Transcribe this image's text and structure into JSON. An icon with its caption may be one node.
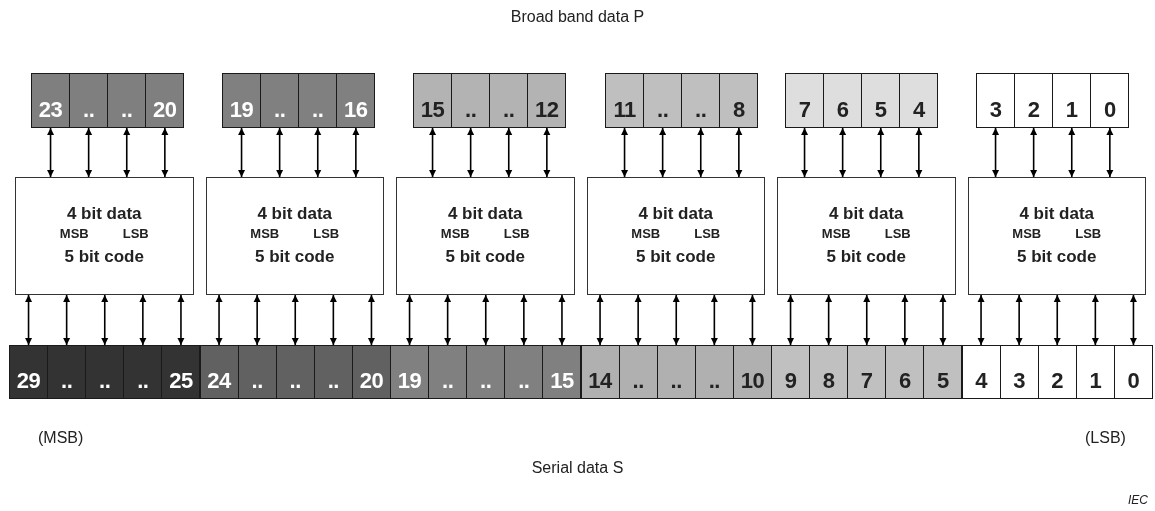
{
  "diagram": {
    "nodes": [
      {
        "text": [
          "23"
        ]
      },
      {
        "text": [
          ".."
        ]
      },
      {
        "text": [
          ".."
        ]
      },
      {
        "text": [
          "20"
        ]
      },
      {
        "text": [
          "19"
        ]
      },
      {
        "text": [
          ".."
        ]
      },
      {
        "text": [
          ".."
        ]
      },
      {
        "text": [
          "16"
        ]
      },
      {
        "text": [
          "15"
        ]
      },
      {
        "text": [
          ".."
        ]
      },
      {
        "text": [
          ".."
        ]
      },
      {
        "text": [
          "12"
        ]
      },
      {
        "text": [
          "11"
        ]
      },
      {
        "text": [
          ".."
        ]
      },
      {
        "text": [
          ".."
        ]
      },
      {
        "text": [
          "8"
        ]
      },
      {
        "text": [
          "7"
        ]
      },
      {
        "text": [
          "6"
        ]
      },
      {
        "text": [
          "5"
        ]
      },
      {
        "text": [
          "4"
        ]
      },
      {
        "text": [
          "3"
        ]
      },
      {
        "text": [
          "2"
        ]
      },
      {
        "text": [
          "1"
        ]
      },
      {
        "text": [
          "0"
        ]
      },
      {
        "text": [
          "4 bit data",
          "MSB",
          "LSB",
          "5 bit code"
        ]
      },
      {
        "text": [
          "4 bit data",
          "MSB",
          "LSB",
          "5 bit code"
        ]
      },
      {
        "text": [
          "4 bit data",
          "MSB",
          "LSB",
          "5 bit code"
        ]
      },
      {
        "text": [
          "4 bit data",
          "MSB",
          "LSB",
          "5 bit code"
        ]
      },
      {
        "text": [
          "4 bit data",
          "MSB",
          "LSB",
          "5 bit code"
        ]
      },
      {
        "text": [
          "4 bit data",
          "MSB",
          "LSB",
          "5 bit code"
        ]
      },
      {
        "text": [
          "29"
        ]
      },
      {
        "text": [
          ".."
        ]
      },
      {
        "text": [
          ".."
        ]
      },
      {
        "text": [
          ".."
        ]
      },
      {
        "text": [
          "25"
        ]
      },
      {
        "text": [
          "24"
        ]
      },
      {
        "text": [
          ".."
        ]
      },
      {
        "text": [
          ".."
        ]
      },
      {
        "text": [
          ".."
        ]
      },
      {
        "text": [
          "20"
        ]
      },
      {
        "text": [
          "19"
        ]
      },
      {
        "text": [
          ".."
        ]
      },
      {
        "text": [
          ".."
        ]
      },
      {
        "text": [
          ".."
        ]
      },
      {
        "text": [
          "15"
        ]
      },
      {
        "text": [
          "14"
        ]
      },
      {
        "text": [
          ".."
        ]
      },
      {
        "text": [
          ".."
        ]
      },
      {
        "text": [
          ".."
        ]
      },
      {
        "text": [
          "10"
        ]
      },
      {
        "text": [
          "9"
        ]
      },
      {
        "text": [
          "8"
        ]
      },
      {
        "text": [
          "7"
        ]
      },
      {
        "text": [
          "6"
        ]
      },
      {
        "text": [
          "5"
        ]
      },
      {
        "text": [
          "4"
        ]
      },
      {
        "text": [
          "3"
        ]
      },
      {
        "text": [
          "2"
        ]
      },
      {
        "text": [
          "1"
        ]
      },
      {
        "text": [
          "0"
        ]
      }
    ],
    "edges": [
      {
        "from": 0,
        "to": 24,
        "arrow": "both"
      },
      {
        "from": 1,
        "to": 24,
        "arrow": "both"
      },
      {
        "from": 2,
        "to": 24,
        "arrow": "both"
      },
      {
        "from": 3,
        "to": 24,
        "arrow": "both"
      },
      {
        "from": 4,
        "to": 25,
        "arrow": "both"
      },
      {
        "from": 5,
        "to": 25,
        "arrow": "both"
      },
      {
        "from": 6,
        "to": 25,
        "arrow": "both"
      },
      {
        "from": 7,
        "to": 25,
        "arrow": "both"
      },
      {
        "from": 8,
        "to": 26,
        "arrow": "both"
      },
      {
        "from": 9,
        "to": 26,
        "arrow": "both"
      },
      {
        "from": 10,
        "to": 26,
        "arrow": "both"
      },
      {
        "from": 11,
        "to": 26,
        "arrow": "both"
      },
      {
        "from": 12,
        "to": 27,
        "arrow": "both"
      },
      {
        "from": 13,
        "to": 27,
        "arrow": "both"
      },
      {
        "from": 14,
        "to": 27,
        "arrow": "both"
      },
      {
        "from": 15,
        "to": 27,
        "arrow": "both"
      },
      {
        "from": 16,
        "to": 28,
        "arrow": "both"
      },
      {
        "from": 17,
        "to": 28,
        "arrow": "both"
      },
      {
        "from": 18,
        "to": 28,
        "arrow": "both"
      },
      {
        "from": 19,
        "to": 28,
        "arrow": "both"
      },
      {
        "from": 20,
        "to": 29,
        "arrow": "both"
      },
      {
        "from": 21,
        "to": 29,
        "arrow": "both"
      },
      {
        "from": 22,
        "to": 29,
        "arrow": "both"
      },
      {
        "from": 23,
        "to": 29,
        "arrow": "both"
      },
      {
        "from": 24,
        "to": 30,
        "arrow": "both"
      },
      {
        "from": 24,
        "to": 31,
        "arrow": "both"
      },
      {
        "from": 24,
        "to": 32,
        "arrow": "both"
      },
      {
        "from": 24,
        "to": 33,
        "arrow": "both"
      },
      {
        "from": 24,
        "to": 34,
        "arrow": "both"
      },
      {
        "from": 25,
        "to": 35,
        "arrow": "both"
      },
      {
        "from": 25,
        "to": 36,
        "arrow": "both"
      },
      {
        "from": 25,
        "to": 37,
        "arrow": "both"
      },
      {
        "from": 25,
        "to": 38,
        "arrow": "both"
      },
      {
        "from": 25,
        "to": 39,
        "arrow": "both"
      },
      {
        "from": 26,
        "to": 40,
        "arrow": "both"
      },
      {
        "from": 26,
        "to": 41,
        "arrow": "both"
      },
      {
        "from": 26,
        "to": 42,
        "arrow": "both"
      },
      {
        "from": 26,
        "to": 43,
        "arrow": "both"
      },
      {
        "from": 26,
        "to": 44,
        "arrow": "both"
      },
      {
        "from": 27,
        "to": 45,
        "arrow": "both"
      },
      {
        "from": 27,
        "to": 46,
        "arrow": "both"
      },
      {
        "from": 27,
        "to": 47,
        "arrow": "both"
      },
      {
        "from": 27,
        "to": 48,
        "arrow": "both"
      },
      {
        "from": 27,
        "to": 49,
        "arrow": "both"
      },
      {
        "from": 28,
        "to": 50,
        "arrow": "both"
      },
      {
        "from": 28,
        "to": 51,
        "arrow": "both"
      },
      {
        "from": 28,
        "to": 52,
        "arrow": "both"
      },
      {
        "from": 28,
        "to": 53,
        "arrow": "both"
      },
      {
        "from": 28,
        "to": 54,
        "arrow": "both"
      },
      {
        "from": 29,
        "to": 55,
        "arrow": "both"
      },
      {
        "from": 29,
        "to": 56,
        "arrow": "both"
      },
      {
        "from": 29,
        "to": 57,
        "arrow": "both"
      },
      {
        "from": 29,
        "to": 58,
        "arrow": "both"
      },
      {
        "from": 29,
        "to": 59,
        "arrow": "both"
      }
    ],
    "labels": [
      "Broad band data P",
      "(MSB)",
      "(LSB)",
      "Serial data S",
      "IEC"
    ]
  }
}
